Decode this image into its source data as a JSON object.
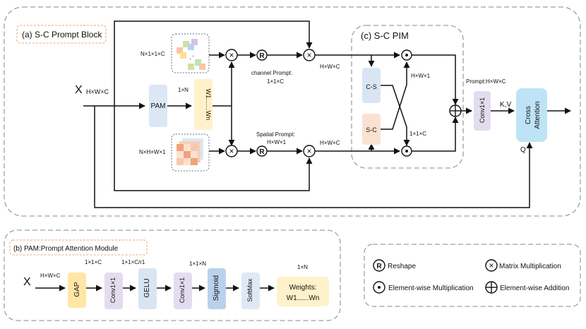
{
  "colors": {
    "pam": "#dbe7f4",
    "weights": "#fff1c9",
    "cs": "#d9e5f3",
    "sc": "#fbe1d2",
    "conv": "#e3dcef",
    "cross": "#bfe3f6",
    "gelu": "#d9e5f3",
    "sigmoid": "#b9d2ec",
    "softmax": "#dfe9f5",
    "gap": "#ffe6a6",
    "label_border": "#f2a37a",
    "dash": "#9aa0a8"
  },
  "labels": {
    "block_a": "(a) S-C Prompt Block",
    "block_b": "(b) PAM:Prompt Attention Module",
    "block_c": "(c) S-C PIM",
    "x_top": "X",
    "x_bottom": "X",
    "hwc_input": "H×W×C",
    "n11c": "N×1×1×C",
    "nhw1": "N×H×W×1",
    "one_n_top": "1×N",
    "w1wn": "W1.......Wn",
    "pam": "PAM",
    "channel_prompt_1": "channel Prompt:",
    "channel_prompt_2": "1×1×C",
    "spatial_prompt_1": "Spatial Prompt:",
    "spatial_prompt_2": "H×W×1",
    "hwc_top": "H×W×C",
    "hwc_bottom": "H×W×C",
    "cs": "C-S",
    "sc": "S-C",
    "hw1": "H×W×1",
    "one1c": "1×1×C",
    "prompt_hwc": "Prompt:H×W×C",
    "conv1x1": "Conv1×1",
    "kv": "K,V",
    "q": "Q",
    "cross_1": "Cross",
    "cross_2": "Attention",
    "r": "R",
    "b_hwc": "H×W×C",
    "b_11c": "1×1×C",
    "b_11cr1": "1×1×C/r1",
    "b_11n": "1×1×N",
    "b_1n": "1×N",
    "gap": "GAP",
    "b_conv1": "Conv1×1",
    "gelu": "GELU",
    "b_conv2": "Conv1×1",
    "sigmoid": "Sigmoid",
    "softmax": "SoftMax",
    "weights_1": "Weights:",
    "weights_2": "W1......Wn"
  },
  "legend": {
    "reshape": "Reshape",
    "matmul": "Matrix Multiplication",
    "elemmul": "Element-wise Multiplication",
    "elemadd": "Element-wise Addition",
    "r": "R"
  }
}
